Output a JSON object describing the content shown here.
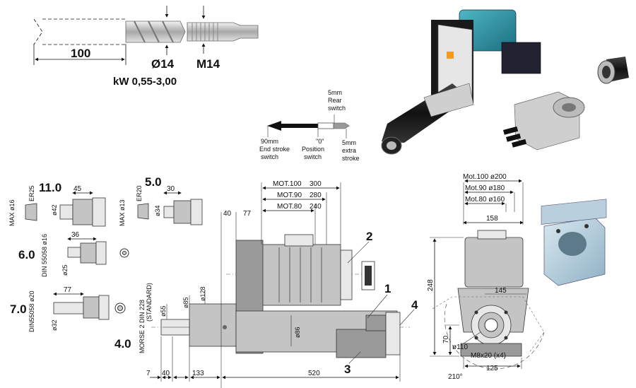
{
  "top_left": {
    "depth_label": "100",
    "drill_dia_label": "Ø14",
    "tap_label": "M14",
    "power_label": "kW  0,55-3,00"
  },
  "stroke_diagram": {
    "rear_label_1": "5mm",
    "rear_label_2": "Rear",
    "rear_label_3": "switch",
    "end_label_1": "90mm",
    "end_label_2": "End stroke",
    "end_label_3": "switch",
    "pos_label_1": "\"0\"",
    "pos_label_2": "Position",
    "pos_label_3": "switch",
    "extra_label_1": "5mm",
    "extra_label_2": "extra",
    "extra_label_3": "stroke"
  },
  "options": [
    {
      "number": "11.0",
      "collet": "ER25",
      "max": "MAX ø16",
      "dia": "ø42",
      "len": "45"
    },
    {
      "number": "5.0",
      "collet": "ER20",
      "max": "MAX ø13",
      "dia": "ø34",
      "len": "30"
    },
    {
      "number": "6.0",
      "din": "DIN 55058 ø16",
      "dia": "ø25",
      "len": "36"
    },
    {
      "number": "7.0",
      "din": "DIN55058 ø20",
      "dia": "ø32",
      "len": "77"
    },
    {
      "number": "4.0",
      "morse": "MORSE 2 DIN 228",
      "std": "(STANDARD)"
    }
  ],
  "main": {
    "mot100": "MOT.100",
    "mot100_val": "300",
    "mot90": "MOT.90",
    "mot90_val": "280",
    "mot80": "MOT.80",
    "mot80_val": "240",
    "d40": "40",
    "d77": "77",
    "d55": "ø55",
    "d85": "ø85",
    "d128": "ø128",
    "d86": "ø86",
    "b7": "7",
    "b40": "40",
    "b133": "133",
    "b520": "520",
    "callout1": "1",
    "callout2": "2",
    "callout3": "3",
    "callout4": "4"
  },
  "front": {
    "m100": "Mot.100  ø200",
    "m90": "Mot.90  ø180",
    "m80": "Mot.80  ø160",
    "w158": "158",
    "h248": "248",
    "d145": "145",
    "d110": "ø110",
    "h70": "70",
    "thread": "M8x20 (x4)",
    "w125": "125",
    "ang210": "210°"
  }
}
